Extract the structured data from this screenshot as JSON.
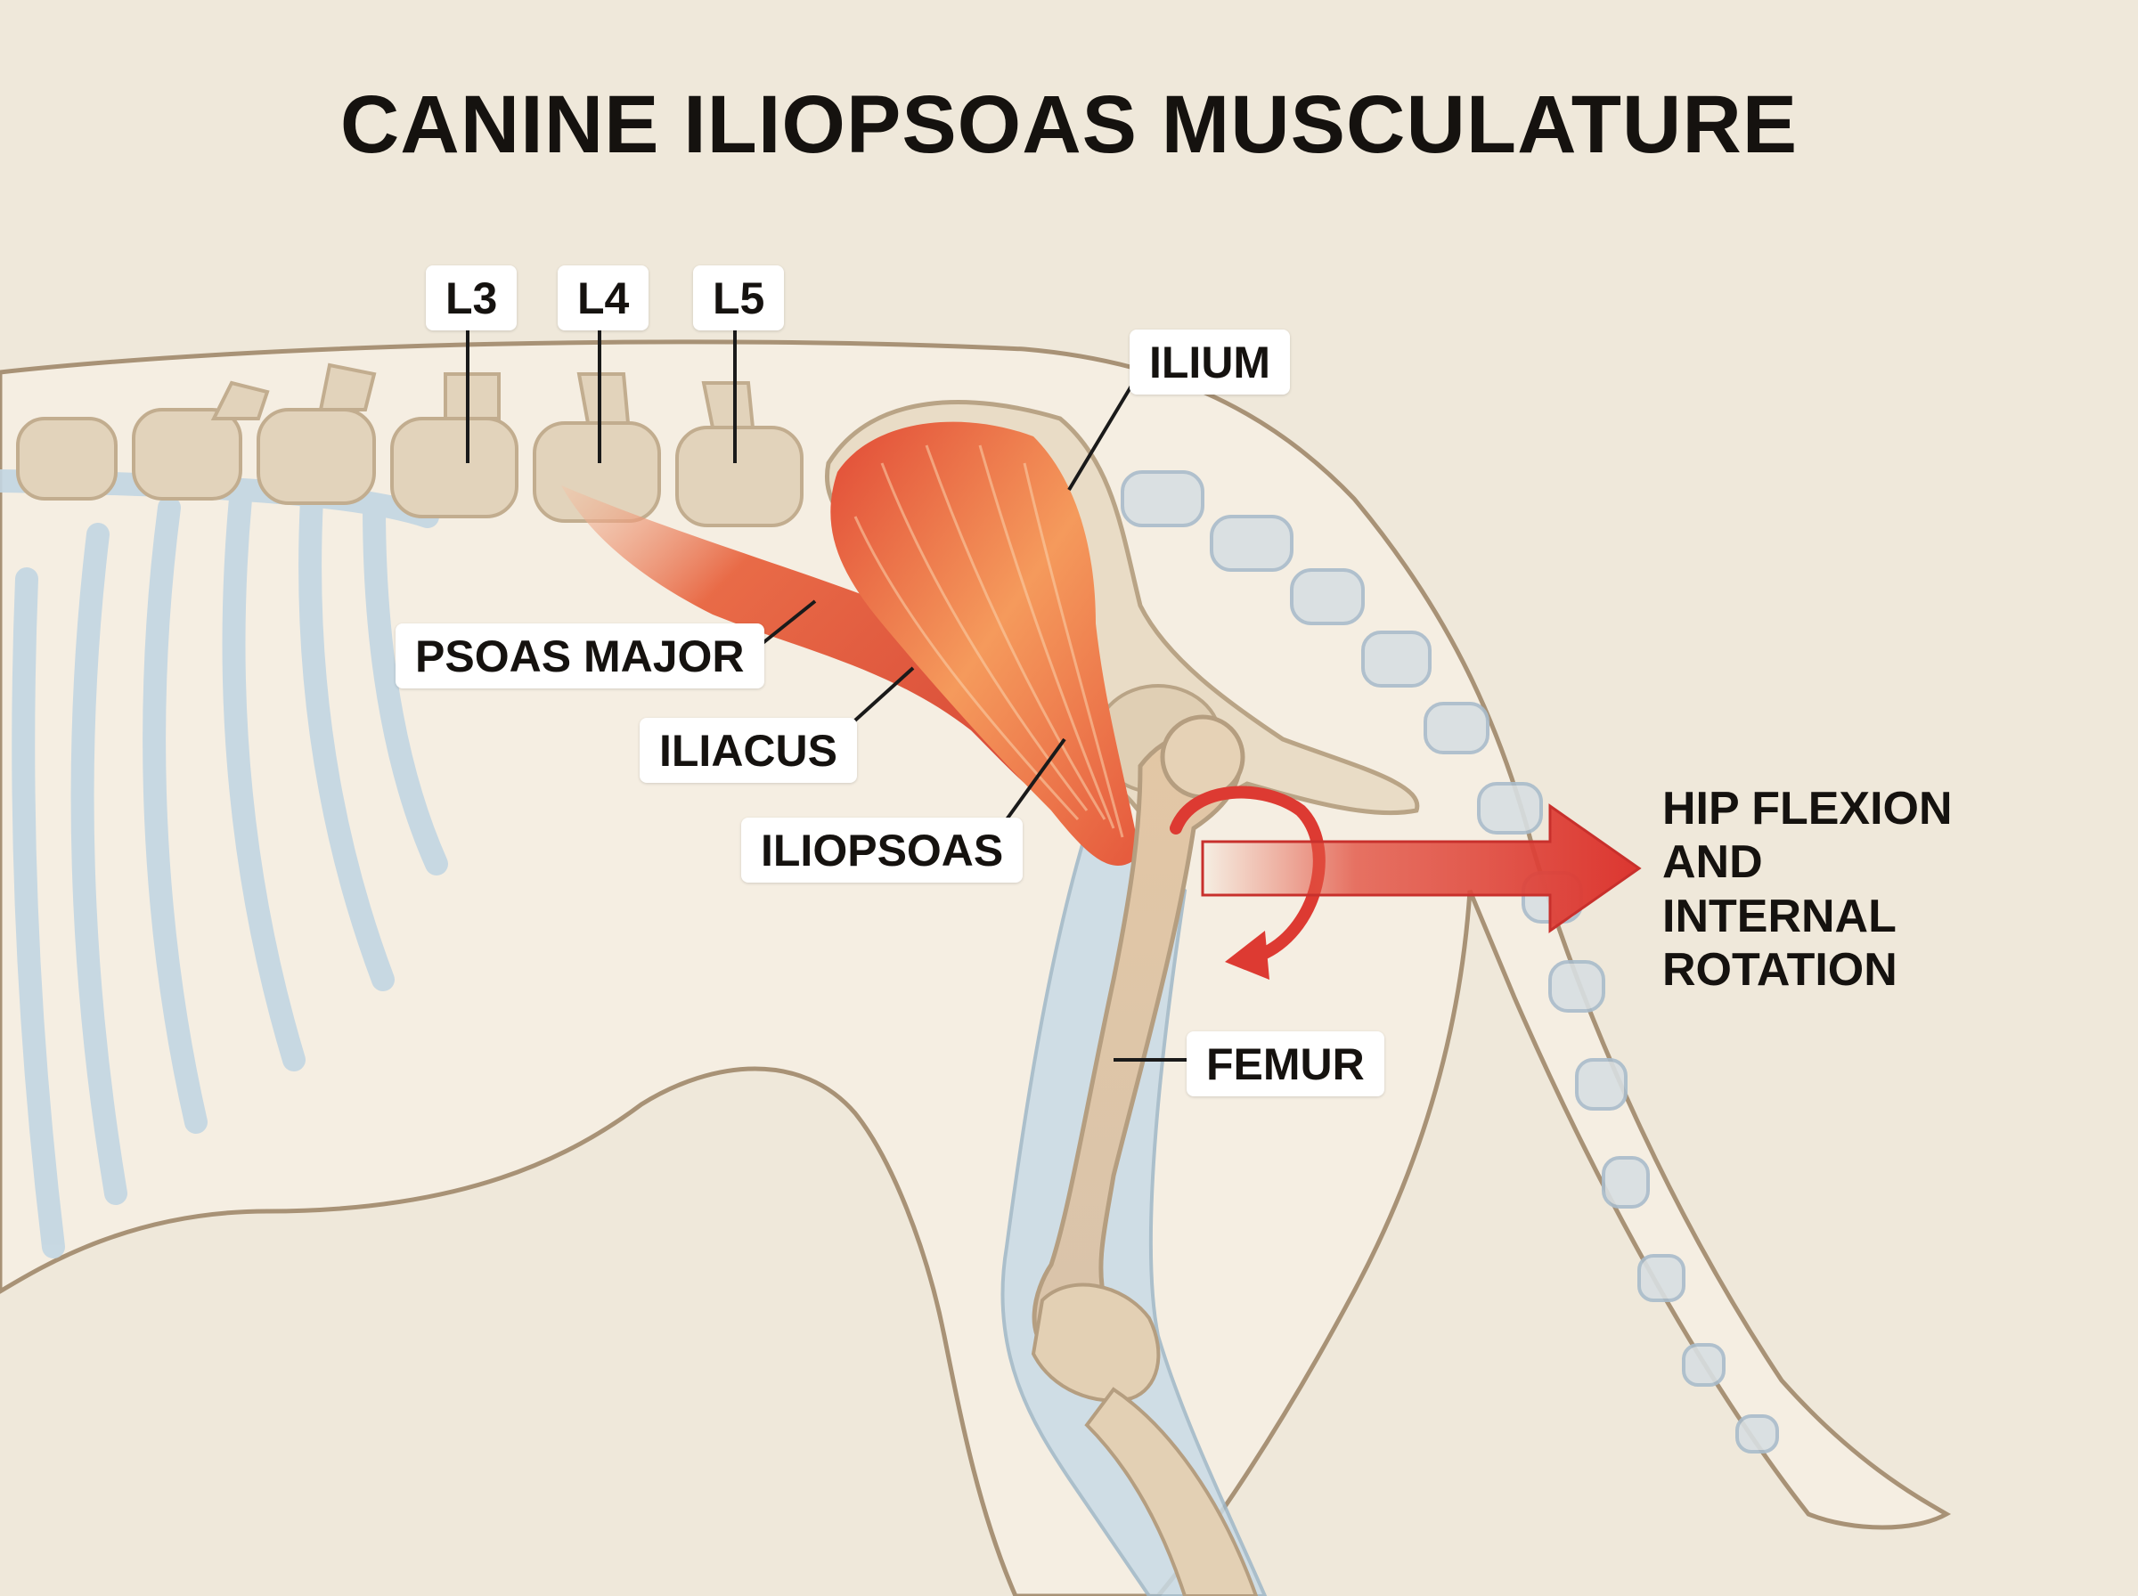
{
  "title": "CANINE ILIOPSOAS MUSCULATURE",
  "labels": {
    "l3": "L3",
    "l4": "L4",
    "l5": "L5",
    "ilium": "ILIUM",
    "psoas_major": "PSOAS MAJOR",
    "iliacus": "ILIACUS",
    "iliopsoas": "ILIOPSOAS",
    "femur": "FEMUR"
  },
  "annotation": "HIP FLEXION\nAND\nINTERNAL\nROTATION",
  "colors": {
    "background": "#efe8da",
    "bone_blue": "#c9dbe6",
    "bone_cream": "#e8d7bf",
    "muscle_red": "#e4563b",
    "muscle_orange": "#f39a5a",
    "arrow_red": "#dd3a32",
    "outline": "#a89276"
  }
}
